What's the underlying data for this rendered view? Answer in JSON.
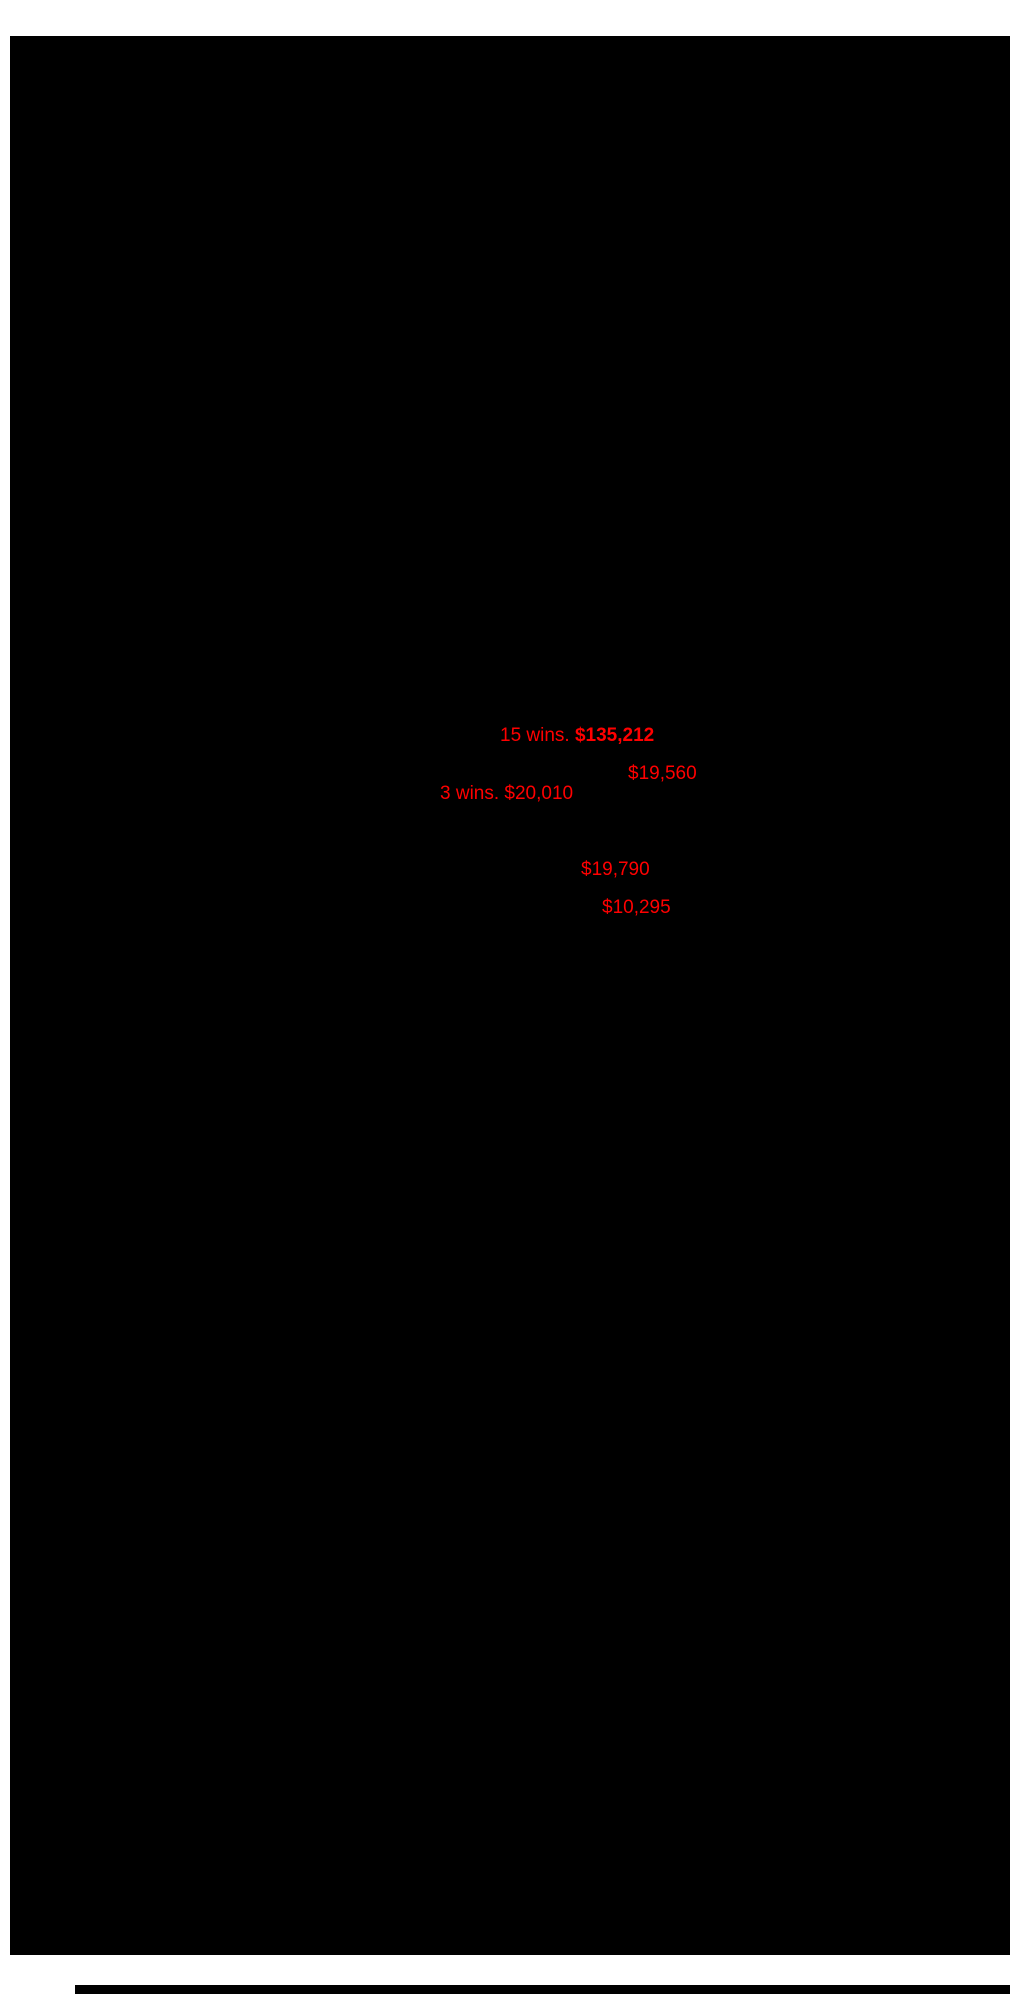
{
  "page": {
    "background_color": "#000000",
    "margin_color": "#ffffff",
    "annotation_color": "#ff0000"
  },
  "annotations": {
    "wins_15": {
      "label": "15 wins.",
      "amount": "$135,212"
    },
    "amount_19560": "$19,560",
    "wins_3": "3 wins. $20,010",
    "amount_19790": "$19,790",
    "amount_10295": "$10,295"
  }
}
